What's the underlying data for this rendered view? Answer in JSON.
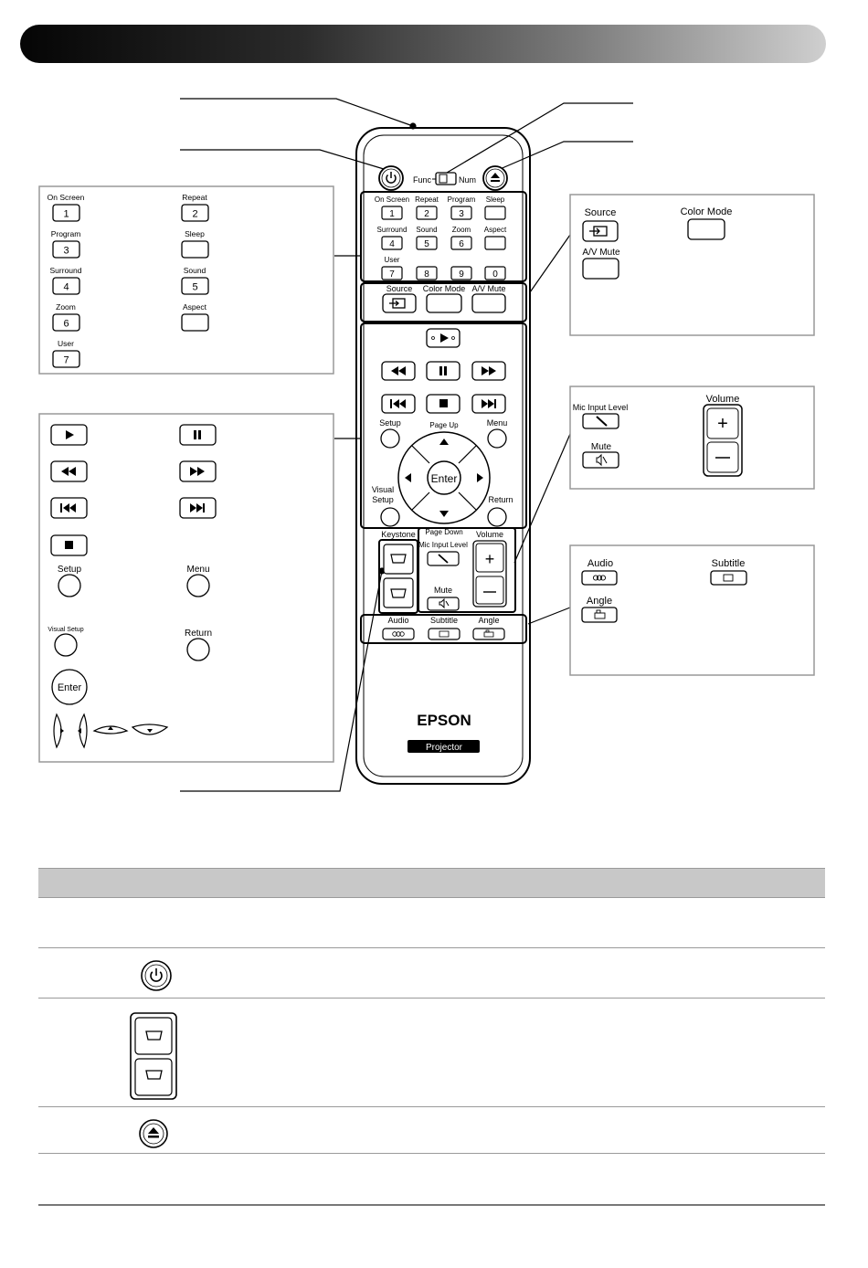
{
  "remote": {
    "switch": {
      "func": "Func",
      "num": "Num"
    },
    "numeric_buttons": [
      {
        "top": "On Screen",
        "num": "1"
      },
      {
        "top": "Repeat",
        "num": "2"
      },
      {
        "top": "Program",
        "num": "3"
      },
      {
        "top": "Sleep",
        "num": ""
      },
      {
        "top": "Surround",
        "num": "4"
      },
      {
        "top": "Sound",
        "num": "5"
      },
      {
        "top": "Zoom",
        "num": "6"
      },
      {
        "top": "Aspect",
        "num": ""
      },
      {
        "top": "User",
        "num": "7"
      },
      {
        "top": "",
        "num": "8"
      },
      {
        "top": "",
        "num": "9"
      },
      {
        "top": "",
        "num": "0"
      }
    ],
    "source_row": {
      "source": "Source",
      "color_mode": "Color Mode",
      "av_mute": "A/V Mute"
    },
    "nav": {
      "setup": "Setup",
      "page_up": "Page Up",
      "menu": "Menu",
      "enter": "Enter",
      "visual_setup_1": "Visual",
      "visual_setup_2": "Setup",
      "return": "Return"
    },
    "lower": {
      "keystone": "Keystone",
      "page_down": "Page Down",
      "volume": "Volume",
      "mic_input_level": "Mic Input Level",
      "mute": "Mute",
      "audio": "Audio",
      "subtitle": "Subtitle",
      "angle": "Angle"
    },
    "brand": "EPSON",
    "model": "Projector"
  },
  "num_mode_panel": {
    "items": [
      {
        "label": "On Screen",
        "num": "1"
      },
      {
        "label": "Repeat",
        "num": "2"
      },
      {
        "label": "Program",
        "num": "3"
      },
      {
        "label": "Sleep",
        "num": ""
      },
      {
        "label": "Surround",
        "num": "4"
      },
      {
        "label": "Sound",
        "num": "5"
      },
      {
        "label": "Zoom",
        "num": "6"
      },
      {
        "label": "Aspect",
        "num": ""
      },
      {
        "label": "User",
        "num": "7"
      }
    ]
  },
  "nav_panel": {
    "setup": "Setup",
    "menu": "Menu",
    "visual_setup": "Visual Setup",
    "return": "Return",
    "enter": "Enter"
  },
  "source_panel": {
    "source": "Source",
    "color_mode": "Color Mode",
    "av_mute": "A/V Mute"
  },
  "volume_panel": {
    "mic_input_level": "Mic Input Level",
    "volume": "Volume",
    "mute": "Mute"
  },
  "audio_panel": {
    "audio": "Audio",
    "subtitle": "Subtitle",
    "angle": "Angle"
  },
  "table": {
    "header": "",
    "rows": 5
  }
}
